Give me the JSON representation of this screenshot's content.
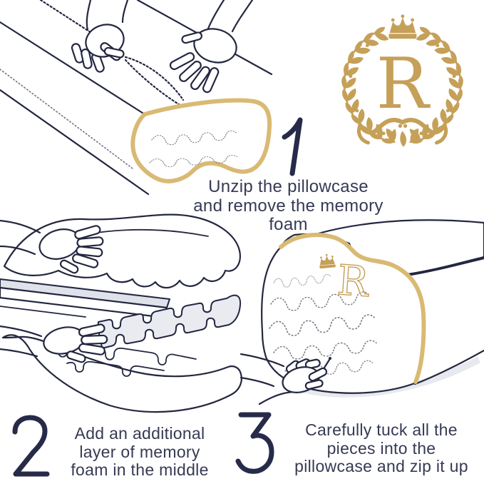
{
  "brand": {
    "monogram": "R",
    "pillow_monogram": "R"
  },
  "steps": [
    {
      "number": "1",
      "lines": [
        "Unzip the pillowcase",
        "and remove the memory",
        "foam"
      ]
    },
    {
      "number": "2",
      "lines": [
        "Add an additional",
        "layer of memory",
        "foam in the middle"
      ]
    },
    {
      "number": "3",
      "lines": [
        "Carefully tuck all the",
        "pieces into the",
        "pillowcase and zip it up"
      ]
    }
  ],
  "icons": {
    "logo": "crown-laurel-wreath-monogram",
    "step1_illustration": "hands-unzipping-pillowcase-line-art",
    "step2_illustration": "hands-stacking-memory-foam-layers-line-art",
    "step3_illustration": "contour-pillow-zipper-hand-line-art"
  },
  "colors": {
    "background": "#ffffff",
    "ink": "#232740",
    "text": "#363a54",
    "number": "#272b49",
    "gold": "#c5a058",
    "trim-gold": "#d9ba74",
    "dots": "#70727f",
    "shadow": "#d4d7e0"
  }
}
